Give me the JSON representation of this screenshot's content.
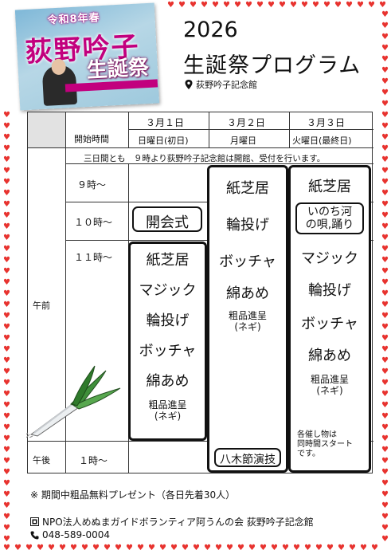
{
  "poster": {
    "top_text": "令和8年春",
    "main_text": "荻野吟子",
    "sub_text": "生誕祭"
  },
  "header": {
    "year": "2026",
    "title": "生誕祭プログラム",
    "venue": "荻野吟子記念館"
  },
  "table": {
    "corner_label": "開始時間",
    "days": [
      {
        "date": "３月１日",
        "weekday": "日曜日(初日)"
      },
      {
        "date": "３月２日",
        "weekday": "月曜日"
      },
      {
        "date": "３月３日",
        "weekday": "火曜日(最終日)"
      }
    ],
    "notice": "三日間とも　９時より荻野吟子記念館は開館、受付を行います。",
    "am_label": "午前",
    "pm_label": "午後",
    "times": [
      "９時～",
      "１０時～",
      "１１時～",
      "１時～"
    ],
    "day1": {
      "opening": "開会式",
      "items": [
        "紙芝居",
        "マジック",
        "輪投げ",
        "ボッチャ",
        "綿あめ"
      ],
      "gift_line1": "粗品進呈",
      "gift_line2": "(ネギ)"
    },
    "day2": {
      "items": [
        "紙芝居",
        "輪投げ",
        "ボッチャ",
        "綿あめ"
      ],
      "gift_line1": "粗品進呈",
      "gift_line2": "(ネギ)",
      "pm_event": "八木節演技"
    },
    "day3": {
      "items_top": [
        "紙芝居"
      ],
      "special_line1": "いのち河",
      "special_line2": "の唄,踊り",
      "items": [
        "マジック",
        "輪投げ",
        "ボッチャ",
        "綿あめ"
      ],
      "gift_line1": "粗品進呈",
      "gift_line2": "(ネギ)",
      "simul_line1": "各催し物は",
      "simul_line2": "同時間スタート",
      "simul_line3": "です。"
    }
  },
  "footer": {
    "note": "※ 期間中粗品無料プレゼント（各日先着30人）",
    "organization": "NPO法人めぬまガイドボランティア阿うんの会 荻野吟子記念館",
    "phone": "048-589-0004"
  },
  "colors": {
    "heart": "#e8332f",
    "poster_accent": "#c2007e"
  }
}
